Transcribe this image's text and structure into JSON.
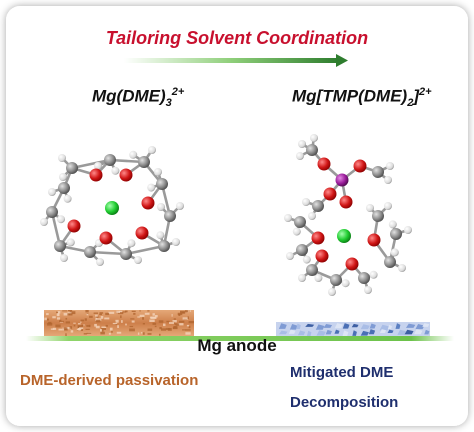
{
  "title": "Tailoring Solvent Coordination",
  "left_complex": {
    "base": "Mg(DME)",
    "sub": "3",
    "sup": "2+"
  },
  "right_complex": {
    "base": "Mg[TMP(DME)",
    "sub": "2",
    "close": "]",
    "sup": "2+"
  },
  "anode_label": "Mg anode",
  "left_label": "DME-derived passivation",
  "right_label_line1": "Mitigated DME",
  "right_label_line2": "Decomposition",
  "colors": {
    "title": "#c8102e",
    "left_label": "#b8642a",
    "right_label": "#1f2f6e",
    "oxygen": "#cc1111",
    "magnesium": "#22cc33",
    "phosphorus": "#8b1a8b",
    "carbon": "#8a8a8a",
    "hydrogen": "#e6e6e6",
    "anode_line": "#6cc24a",
    "passivation_layer": "#d9955f",
    "mitigated_layer": "#8aa3d6"
  }
}
